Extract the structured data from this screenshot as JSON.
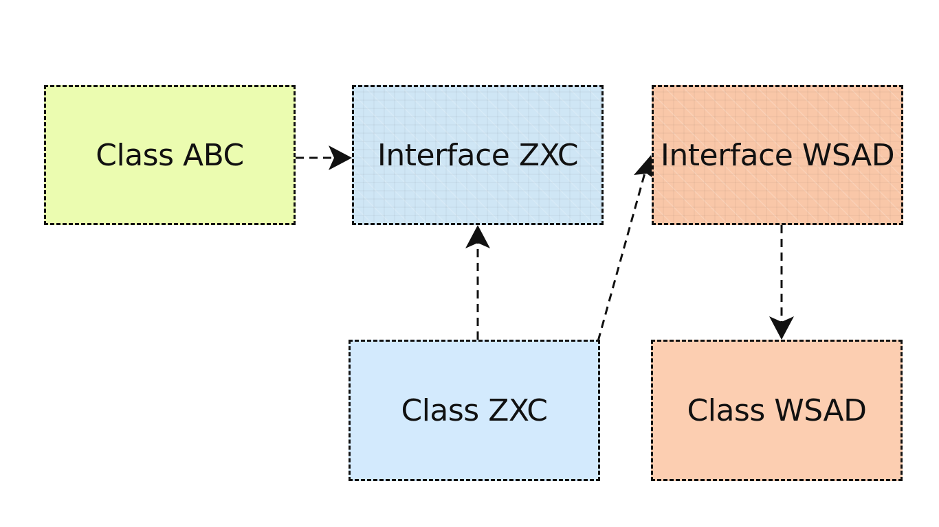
{
  "nodes": {
    "class_abc": {
      "label": "Class ABC",
      "color": "#ebfcb0"
    },
    "interface_zxc": {
      "label": "Interface ZXC",
      "color": "#cfe6f5"
    },
    "interface_wsad": {
      "label": "Interface WSAD",
      "color": "#f9c7a8"
    },
    "class_zxc": {
      "label": "Class ZXC",
      "color": "#d3eafd"
    },
    "class_wsad": {
      "label": "Class WSAD",
      "color": "#fcceb1"
    }
  },
  "edges": [
    {
      "from": "Class ABC",
      "to": "Interface ZXC",
      "style": "dashed",
      "arrow": "target"
    },
    {
      "from": "Class ZXC",
      "to": "Interface ZXC",
      "style": "dashed",
      "arrow": "target"
    },
    {
      "from": "Class ZXC",
      "to": "Interface WSAD",
      "style": "dashed",
      "arrow": "target"
    },
    {
      "from": "Interface WSAD",
      "to": "Class WSAD",
      "style": "dashed",
      "arrow": "target"
    }
  ],
  "colors": {
    "stroke": "#111111",
    "background": "#ffffff"
  }
}
